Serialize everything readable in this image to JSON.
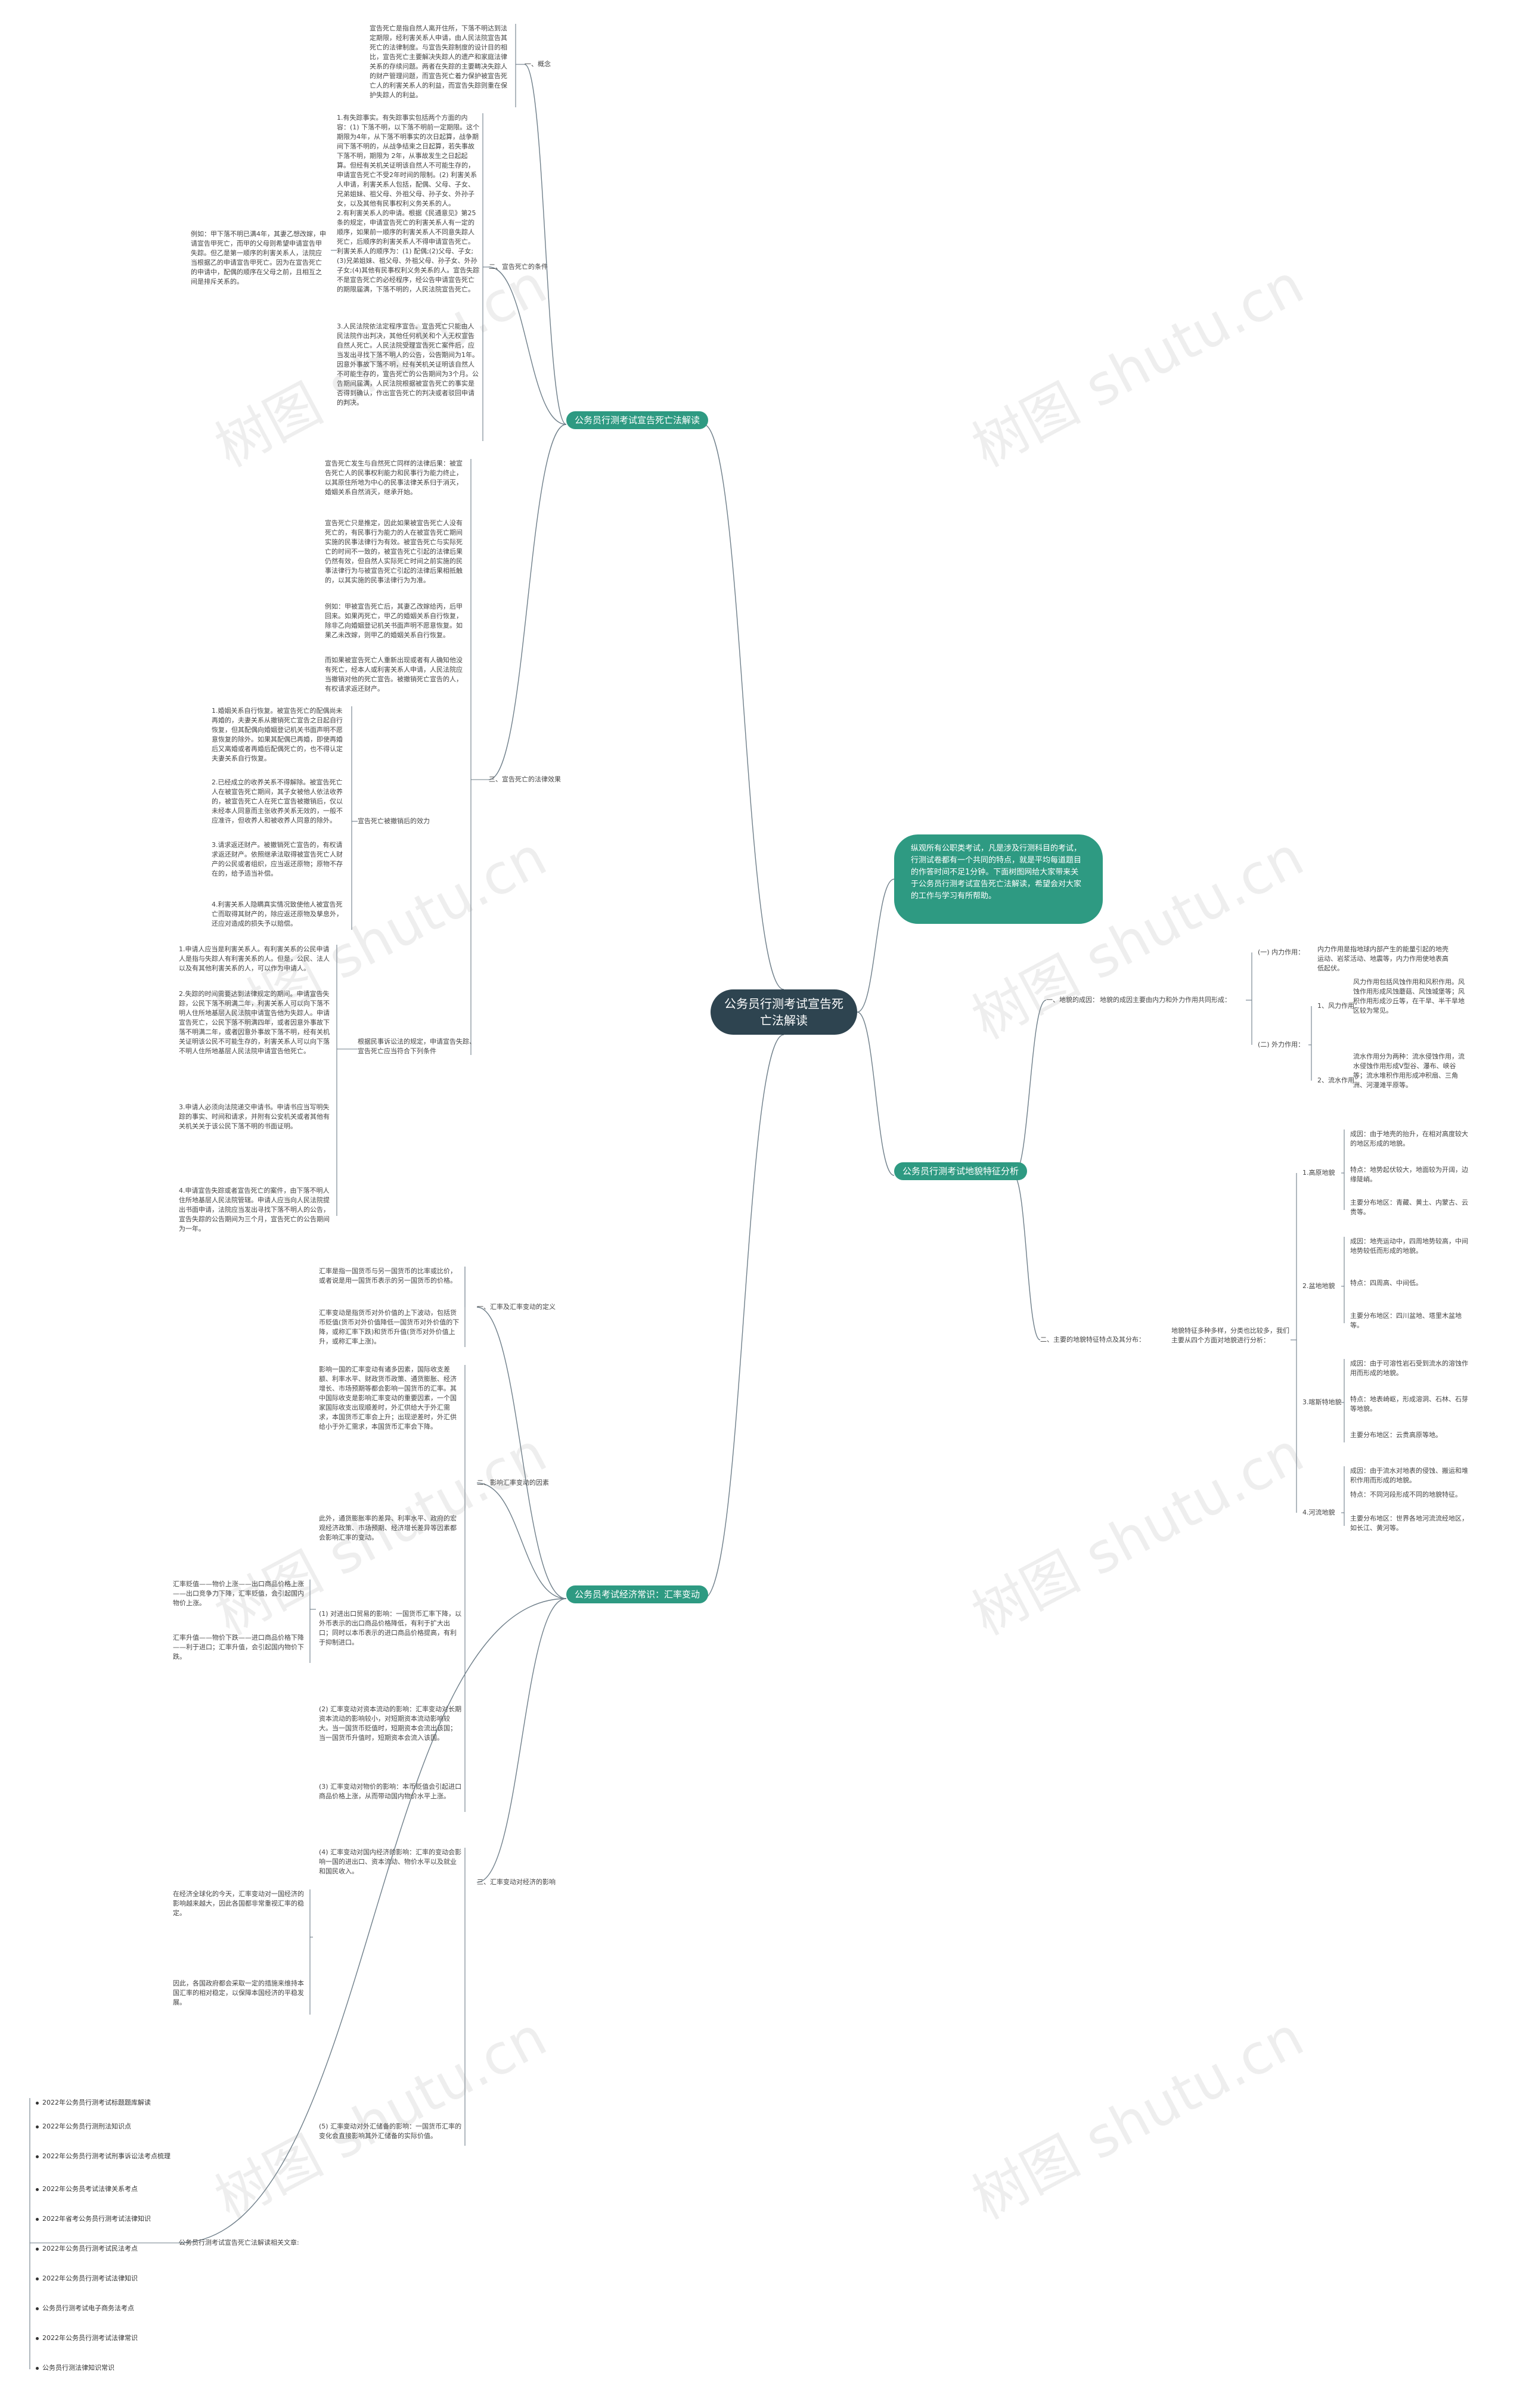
{
  "root": "公务员行测考试宣告死亡法解读",
  "intro": "纵观所有公职类考试，凡是涉及行测科目的考试，行测试卷都有一个共同的特点，就是平均每道题目的作答时间不足1分钟。下面树图网给大家带来关于公务员行测考试宣告死亡法解读，希望会对大家的工作与学习有所帮助。",
  "watermark": "树图 shutu.cn",
  "colors": {
    "branch": "#2e9a82",
    "root": "#2e4450",
    "line": "#6f7f8a"
  },
  "branches": {
    "law": "公务员行测考试宣告死亡法解读",
    "exchange": "公务员考试经济常识：汇率变动",
    "geo": "公务员行测考试地貌特征分析"
  },
  "law": {
    "concept_label": "一、概念",
    "concept_text": "宣告死亡是指自然人离开住所，下落不明达到法定期限，经利害关系人申请，由人民法院宣告其死亡的法律制度。与宣告失踪制度的设计目的相比，宣告死亡主要解决失踪人的遗产和家庭法律关系的存续问题。两者在失踪的主要畴决失踪人的财产管理问题，而宣告死亡着力保护被宣告死亡人的利害关系人的利益，而宣告失踪则重在保护失踪人的利益。",
    "cond_label": "二、宣告死亡的条件",
    "cond_1": "1.有失踪事实。有失踪事实包括两个方面的内容：(1) 下落不明，以下落不明前一定期限。这个期限为4年，从下落不明事实的次日起算，战争期间下落不明的，从战争结束之日起算，若失事故下落不明，期限为 2年，从事故发生之日起起算。但经有关机关证明该自然人不可能生存的，申请宣告死亡不受2年时间的限制。(2) 利害关系人申请，利害关系人包括，配偶、父母、子女、兄弟姐妹、祖父母、外祖父母、孙子女、外孙子女，以及其他有民事权利义务关系的人。",
    "cond_2": "2.有利害关系人的申请。根据《民通意见》第25 条的规定，申请宣告死亡的利害关系人有一定的顺序，如果前一顺序的利害关系人不同意失踪人死亡，后顺序的利害关系人不得申请宣告死亡。利害关系人的顺序为：(1) 配偶;(2)父母、子女;(3)兄弟姐妹、祖父母、外祖父母、孙子女、外孙子女;(4)其他有民事权利义务关系的人。宣告失踪不是宣告死亡的必经程序，经公告申请宣告死亡的期限届满，下落不明的，人民法院宣告死亡。",
    "cond_3": "3.人民法院依法定程序宣告。宣告死亡只能由人民法院作出判决，其他任何机关和个人无权宣告自然人死亡。人民法院受理宣告死亡案件后，应当发出寻找下落不明人的公告，公告期间为1年。因意外事故下落不明，经有关机关证明该自然人不可能生存的，宣告死亡的公告期间为3个月。公告期间届满，人民法院根据被宣告死亡的事实是否得到确认，作出宣告死亡的判决或者驳回申请的判决。",
    "cond_side": "例如：甲下落不明已满4年，其妻乙想改嫁，申请宣告甲死亡，而甲的父母则希望申请宣告甲失踪。但乙是第一顺序的利害关系人，法院应当根据乙的申请宣告甲死亡。因为在宣告死亡的申请中，配偶的顺序在父母之前，且相互之间是排斥关系的。",
    "effect_label": "三、宣告死亡的法律效果",
    "effect_1": "宣告死亡发生与自然死亡同样的法律后果：被宣告死亡人的民事权利能力和民事行为能力终止，以其原住所地为中心的民事法律关系归于消灭，婚姻关系自然消灭，继承开始。",
    "effect_2": "宣告死亡只是推定，因此如果被宣告死亡人没有死亡的，有民事行为能力的人在被宣告死亡期间实施的民事法律行为有效。被宣告死亡与实际死亡的时间不一致的，被宣告死亡引起的法律后果仍然有效，但自然人实际死亡时间之前实施的民事法律行为与被宣告死亡引起的法律后果相抵触的，以其实施的民事法律行为为准。",
    "effect_3": "例如：甲被宣告死亡后，其妻乙改嫁给丙，后甲回来。如果丙死亡，甲乙的婚姻关系自行恢复，除非乙向婚姻登记机关书面声明不愿意恢复。如果乙未改嫁，则甲乙的婚姻关系自行恢复。",
    "effect_4": "而如果被宣告死亡人重新出现或者有人确知他没有死亡，经本人或利害关系人申请，人民法院应当撤销对他的死亡宣告。被撤销死亡宣告的人，有权请求返还财产。",
    "revoke_label": "宣告死亡被撤销后的效力",
    "revoke_1": "1.婚姻关系自行恢复。被宣告死亡的配偶尚未再婚的，夫妻关系从撤销死亡宣告之日起自行恢复，但其配偶向婚姻登记机关书面声明不愿意恢复的除外。如果其配偶已再婚，即使再婚后又离婚或者再婚后配偶死亡的，也不得认定夫妻关系自行恢复。",
    "revoke_2": "2.已经成立的收养关系不得解除。被宣告死亡人在被宣告死亡期间，其子女被他人依法收养的，被宣告死亡人在死亡宣告被撤销后，仅以未经本人同意而主张收养关系无效的，一般不应准许，但收养人和被收养人同意的除外。",
    "revoke_3": "3.请求返还财产。被撤销死亡宣告的，有权请求返还财产。依照继承法取得被宣告死亡人财产的公民或者组织，应当返还原物；原物不存在的，给予适当补偿。",
    "revoke_4": "4.利害关系人隐瞒真实情况致使他人被宣告死亡而取得其财产的，除应返还原物及孳息外，还应对造成的损失予以赔偿。",
    "process_label": "根据民事诉讼法的规定，申请宣告失踪、宣告死亡应当符合下列条件",
    "process_1": "1.申请人应当是利害关系人。有利害关系的公民申请人是指与失踪人有利害关系的人。但是，公民、法人以及有其他利害关系的人，可以作为申请人。",
    "process_2": "2.失踪的时间需要达到法律规定的期间。申请宣告失踪，公民下落不明满二年，利害关系人可以向下落不明人住所地基层人民法院申请宣告他为失踪人。申请宣告死亡，公民下落不明满四年，或者因意外事故下落不明满二年，或者因意外事故下落不明，经有关机关证明该公民不可能生存的，利害关系人可以向下落不明人住所地基层人民法院申请宣告他死亡。",
    "process_3": "3.申请人必须向法院递交申请书。申请书应当写明失踪的事实、时间和请求，并附有公安机关或者其他有关机关关于该公民下落不明的书面证明。",
    "process_4": "4.申请宣告失踪或者宣告死亡的案件，由下落不明人住所地基层人民法院管辖。申请人应当向人民法院提出书面申请，法院应当发出寻找下落不明人的公告，宣告失踪的公告期间为三个月，宣告死亡的公告期间为一年。"
  },
  "exchange": {
    "def_label": "一、汇率及汇率变动的定义",
    "def_1": "汇率是指一国货币与另一国货币的比率或比价，或者说是用一国货币表示的另一国货币的价格。",
    "def_2": "汇率变动是指货币对外价值的上下波动，包括货币贬值(货币对外价值降低一国货币对外价值的下降，或称汇率下跌)和货币升值(货币对外价值上升，或称汇率上涨)。",
    "factor_label": "二、影响汇率变动的因素",
    "factor_1": "影响一国的汇率变动有诸多因素，国际收支差额、利率水平、财政货币政策、通货膨胀、经济增长、市场预期等都会影响一国货币的汇率。其中国际收支是影响汇率变动的重要因素，一个国家国际收支出现顺差时，外汇供给大于外汇需求，本国货币汇率会上升；出现逆差时，外汇供给小于外汇需求，本国货币汇率会下降。",
    "factor_2": "此外，通货膨胀率的差异、利率水平、政府的宏观经济政策、市场预期、经济增长差异等因素都会影响汇率的变动。",
    "factor_3": "(1) 对进出口贸易的影响：一国货币汇率下降，以外币表示的出口商品价格降低，有利于扩大出口；同时以本币表示的进口商品价格提高，有利于抑制进口。",
    "factor_4": "(2) 汇率变动对资本流动的影响：汇率变动对长期资本流动的影响较小，对短期资本流动影响较大。当一国货币贬值时，短期资本会流出该国；当一国货币升值时，短期资本会流入该国。",
    "factor_5": "(3) 汇率变动对物价的影响：本币贬值会引起进口商品价格上涨，从而带动国内物价水平上涨。",
    "side_1": "汇率贬值——物价上涨——出口商品价格上涨——出口竞争力下降，汇率贬值，会引起国内物价上涨。",
    "side_2": "汇率升值——物价下跌——进口商品价格下降——利于进口；汇率升值，会引起国内物价下跌。",
    "side_3": "在经济全球化的今天，汇率变动对一国经济的影响越来越大，因此各国都非常重视汇率的稳定。",
    "side_4": "因此，各国政府都会采取一定的措施来维持本国汇率的相对稳定，以保障本国经济的平稳发展。",
    "influence_label": "三、汇率变动对经济的影响",
    "influence_1": "(4) 汇率变动对国内经济的影响：汇率的变动会影响一国的进出口、资本流动、物价水平以及就业和国民收入。",
    "influence_2": "(5) 汇率变动对外汇储备的影响：一国货币汇率的变化会直接影响其外汇储备的实际价值。",
    "links_label": "公务员行测考试宣告死亡法解读相关文章:",
    "links": [
      "2022年公务员行测考试标题题库解读",
      "2022年公务员行测刑法知识点",
      "2022年公务员行测考试刑事诉讼法考点梳理",
      "2022年公务员考试法律关系考点",
      "2022年省考公务员行测考试法律知识",
      "2022年公务员行测考试民法考点",
      "2022年公务员行测考试法律知识",
      "公务员行测考试电子商务法考点",
      "2022年公务员行测考试法律常识",
      "公务员行测法律知识常识"
    ]
  },
  "geo": {
    "label_1": "一、地貌的成因：",
    "text_1": "地貌的成因主要由内力和外力作用共同形成：",
    "inner_label": "(一) 内力作用：",
    "inner_text": "内力作用是指地球内部产生的能量引起的地壳运动、岩浆活动、地震等，内力作用使地表高低起伏。",
    "outer_label": "(二) 外力作用：",
    "wind_label": "1、风力作用：",
    "wind_text": "风力作用包括风蚀作用和风积作用。风蚀作用形成风蚀蘑菇、风蚀城堡等；风积作用形成沙丘等，在干旱、半干旱地区较为常见。",
    "water_label": "2、流水作用：",
    "water_text": "流水作用分为两种：流水侵蚀作用，流水侵蚀作用形成V型谷、瀑布、峡谷等；流水堆积作用形成冲积扇、三角洲、河漫滩平原等。",
    "feat_label": "二、主要的地貌特征特点及其分布：",
    "feat_text": "地貌特征多种多样，分类也比较多，我们主要从四个方面对地貌进行分析：",
    "plateau_label": "1.高原地貌",
    "plateau_1": "成因：由于地壳的抬升，在相对高度较大的地区形成的地貌。",
    "plateau_2": "特点：地势起伏较大，地面较为开阔，边缘陡峭。",
    "plateau_3": "主要分布地区：青藏、黄土、内蒙古、云贵等。",
    "basin_label": "2.盆地地貌",
    "basin_1": "成因：地壳运动中，四周地势较高，中间地势较低而形成的地貌。",
    "basin_2": "特点：四周高、中间低。",
    "basin_3": "主要分布地区：四川盆地、塔里木盆地等。",
    "karst_label": "3.喀斯特地貌",
    "karst_1": "成因：由于可溶性岩石受到流水的溶蚀作用而形成的地貌。",
    "karst_2": "特点：地表崎岖，形成溶洞、石林、石芽等地貌。",
    "karst_3": "主要分布地区：云贵高原等地。",
    "river_label": "4.河流地貌",
    "river_1": "成因：由于流水对地表的侵蚀、搬运和堆积作用而形成的地貌。",
    "river_2": "特点：不同河段形成不同的地貌特征。",
    "river_3": "主要分布地区：世界各地河流流经地区，如长江、黄河等。"
  }
}
